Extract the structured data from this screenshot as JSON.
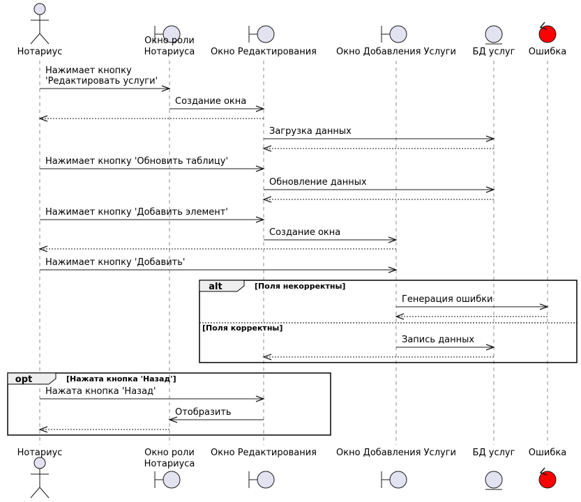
{
  "participants": [
    {
      "id": "notary",
      "type": "actor",
      "name": [
        "Нотариус"
      ]
    },
    {
      "id": "role_window",
      "type": "boundary",
      "name": [
        "Окно роли",
        "Нотариуса"
      ]
    },
    {
      "id": "edit_window",
      "type": "boundary",
      "name": [
        "Окно Редактирования"
      ]
    },
    {
      "id": "add_window",
      "type": "boundary",
      "name": [
        "Окно Добавления Услуги"
      ]
    },
    {
      "id": "db",
      "type": "entity",
      "name": [
        "БД услуг"
      ]
    },
    {
      "id": "error",
      "type": "control",
      "name": [
        "Ошибка"
      ]
    }
  ],
  "messages": [
    {
      "from": "notary",
      "to": "role_window",
      "text": [
        "Нажимает кнопку",
        "'Редактировать услуги'"
      ],
      "dashed": false
    },
    {
      "from": "role_window",
      "to": "edit_window",
      "text": [
        "Создание окна"
      ],
      "dashed": false
    },
    {
      "from": "edit_window",
      "to": "notary",
      "text": [],
      "dashed": true
    },
    {
      "from": "edit_window",
      "to": "db",
      "text": [
        "Загрузка данных"
      ],
      "dashed": false
    },
    {
      "from": "db",
      "to": "edit_window",
      "text": [],
      "dashed": true
    },
    {
      "from": "notary",
      "to": "edit_window",
      "text": [
        "Нажимает кнопку 'Обновить таблицу'"
      ],
      "dashed": false
    },
    {
      "from": "edit_window",
      "to": "db",
      "text": [
        "Обновление данных"
      ],
      "dashed": false
    },
    {
      "from": "db",
      "to": "edit_window",
      "text": [],
      "dashed": true
    },
    {
      "from": "notary",
      "to": "edit_window",
      "text": [
        "Нажимает кнопку 'Добавить элемент'"
      ],
      "dashed": false
    },
    {
      "from": "edit_window",
      "to": "add_window",
      "text": [
        "Создание окна"
      ],
      "dashed": false
    },
    {
      "from": "add_window",
      "to": "notary",
      "text": [],
      "dashed": true
    },
    {
      "from": "notary",
      "to": "add_window",
      "text": [
        "Нажимает кнопку 'Добавить'"
      ],
      "dashed": false
    },
    {
      "from": "add_window",
      "to": "error",
      "text": [
        "Генерация ошибки"
      ],
      "dashed": false
    },
    {
      "from": "error",
      "to": "add_window",
      "text": [],
      "dashed": true
    },
    {
      "from": "add_window",
      "to": "db",
      "text": [
        "Запись данных"
      ],
      "dashed": false
    },
    {
      "from": "db",
      "to": "edit_window",
      "text": [],
      "dashed": true
    },
    {
      "from": "notary",
      "to": "edit_window",
      "text": [
        "Нажата кнопка 'Назад'"
      ],
      "dashed": false
    },
    {
      "from": "edit_window",
      "to": "role_window",
      "text": [
        "Отобразить"
      ],
      "dashed": false
    },
    {
      "from": "role_window",
      "to": "notary",
      "text": [],
      "dashed": true
    }
  ],
  "fragments": [
    {
      "keyword": "alt",
      "guard": "[Поля некорректны]",
      "else_guard": "[Поля корректны]"
    },
    {
      "keyword": "opt",
      "guard": "[Нажата кнопка 'Назад']"
    }
  ],
  "colors": {
    "participant_fill": "#E2E2F0",
    "participant_stroke": "#181818",
    "error_fill": "#FF0000",
    "frame_header_fill": "#EEEEEE",
    "line": "#181818"
  }
}
